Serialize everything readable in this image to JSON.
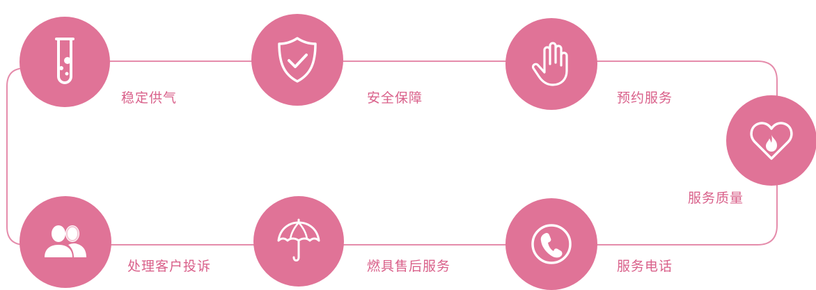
{
  "colors": {
    "accent": "#e07397",
    "label": "#d9608a",
    "line": "#e58cab",
    "icon": "#ffffff"
  },
  "nodes": [
    {
      "id": "stable-gas",
      "label": "稳定供气",
      "icon": "test-tube-icon"
    },
    {
      "id": "safety",
      "label": "安全保障",
      "icon": "shield-check-icon"
    },
    {
      "id": "appointment",
      "label": "预约服务",
      "icon": "hand-icon"
    },
    {
      "id": "quality",
      "label": "服务质量",
      "icon": "heart-flame-icon"
    },
    {
      "id": "hotline",
      "label": "服务电话",
      "icon": "phone-icon"
    },
    {
      "id": "after-sales",
      "label": "燃具售后服务",
      "icon": "umbrella-icon"
    },
    {
      "id": "complaints",
      "label": "处理客户投诉",
      "icon": "users-icon"
    }
  ]
}
